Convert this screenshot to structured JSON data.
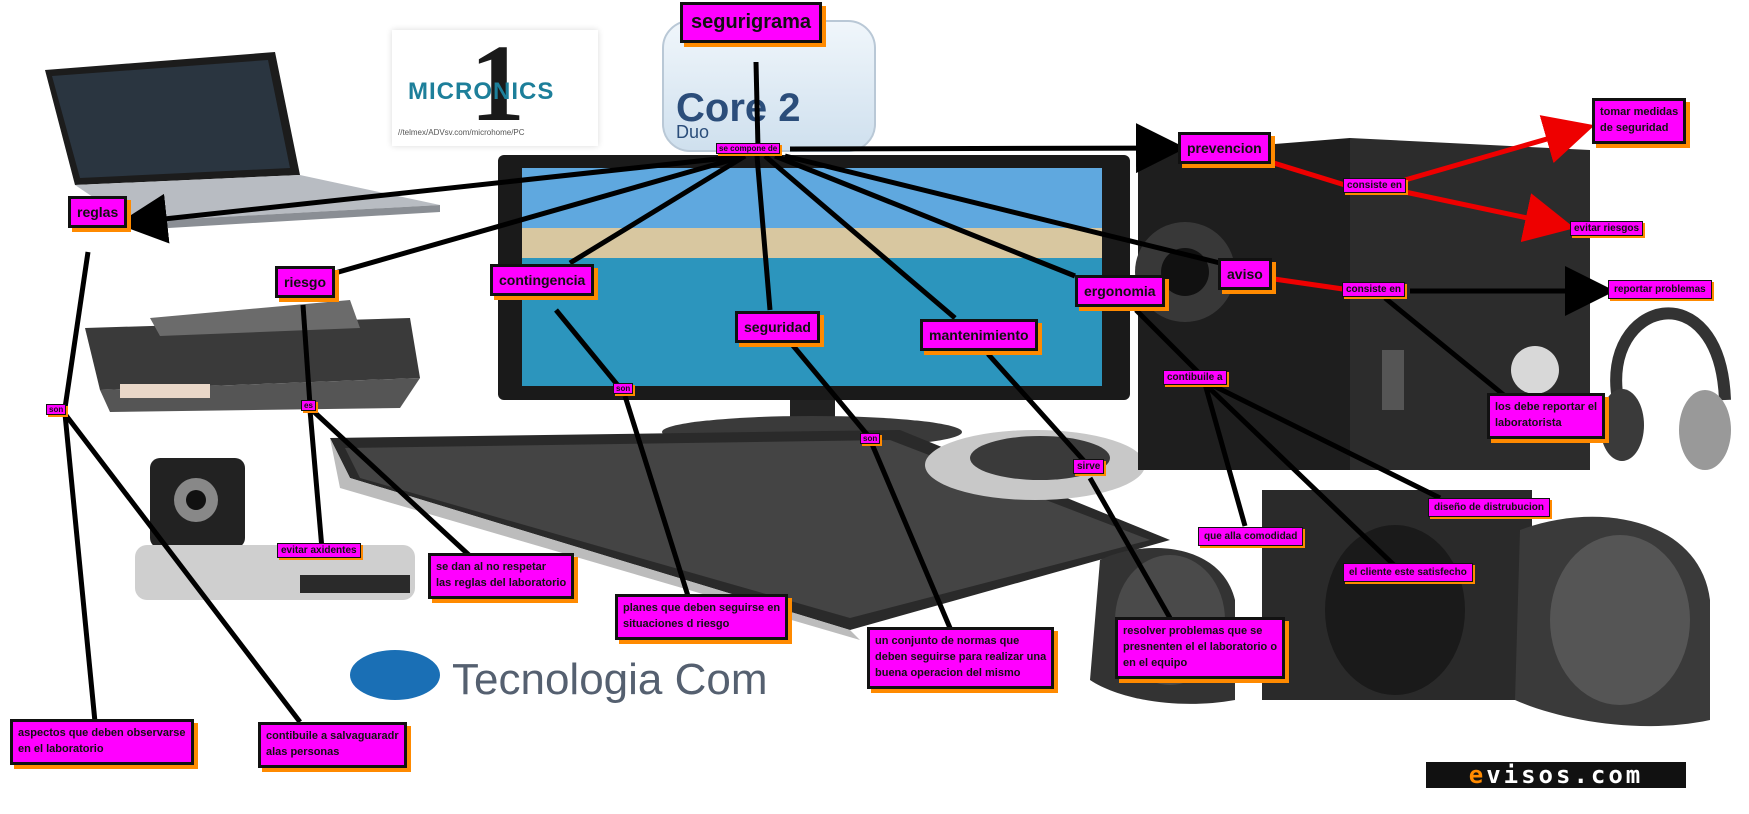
{
  "title": "segurigrama",
  "nodes": {
    "seguri": "segurigrama",
    "se_compone": "se compone de",
    "prevencion": "prevencion",
    "tomar1": "tomar medidas",
    "tomar2": "de seguridad",
    "consiste1": "consiste en",
    "evitar_riesgos": "evitar riesgos",
    "reglas": "reglas",
    "riesgo": "riesgo",
    "contingencia": "contingencia",
    "seguridad": "seguridad",
    "mantenimiento": "mantenimiento",
    "ergonomia": "ergonomia",
    "aviso": "aviso",
    "consiste2": "consiste en",
    "reportar": "reportar problemas",
    "los1": "los debe reportar el",
    "los2": "laboratorista",
    "contibuile_a": "contibuile a",
    "diseno": "diseño de distrubucion",
    "que_alla": "que alla comodidad",
    "cliente": "el cliente este satisfecho",
    "sirve": "sirve",
    "son_cont": "son",
    "son_seg": "son",
    "son_reg": "son",
    "es": "es",
    "evitar_axidentes": "evitar axidentes",
    "se_dan1": "se dan al no respetar",
    "se_dan2": "las reglas del laboratorio",
    "planes1": "planes que deben seguirse en",
    "planes2": "situaciones d riesgo",
    "un1": "un conjunto de normas que",
    "un2": "deben seguirse para realizar una",
    "un3": "buena operacion del mismo",
    "resolver1": "resolver problemas que se",
    "resolver2": "presnenten el el laboratorio o",
    "resolver3": "en el equipo",
    "aspectos1": "aspectos que deben observarse",
    "aspectos2": "en el laboratorio",
    "contib1": "contibuile a salvaguaradr",
    "contib2": "alas personas"
  },
  "background": {
    "micronics_one": "1",
    "micronics": "MICRONICS",
    "micronics_sub": "//telmex/ADVsv.com/microhome/PC",
    "core2": "Core 2",
    "duo": "Duo",
    "tecnologia": "Tecnologia Com",
    "evisos_e": "e",
    "evisos_rest": "visos.com"
  },
  "colors": {
    "node_fill": "#ff00ff",
    "node_shadow": "#ff8a00",
    "line_black": "#000000",
    "line_red": "#ee0000"
  }
}
